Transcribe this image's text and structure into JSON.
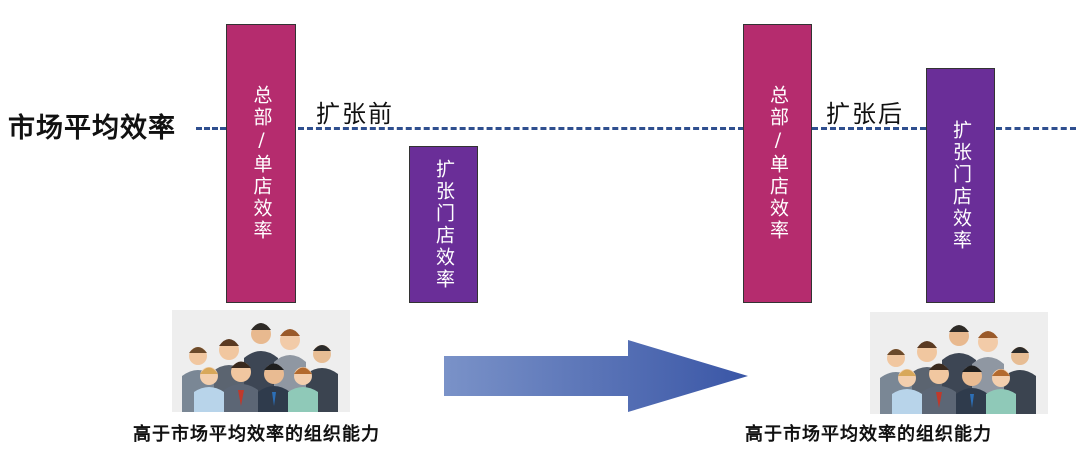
{
  "market_average": {
    "label": "市场平均效率"
  },
  "before": {
    "phase_label": "扩张前",
    "hq_bar_label": "总部/单店效率",
    "store_bar_label": "扩张门店效率"
  },
  "after": {
    "phase_label": "扩张后",
    "hq_bar_label": "总部/单店效率",
    "store_bar_label": "扩张门店效率"
  },
  "org_capability": {
    "caption": "高于市场平均效率的组织能力"
  },
  "colors": {
    "hq_bar": "#b52c6e",
    "store_bar": "#6a2e98",
    "dashed_line": "#2f4f8f",
    "arrow_start": "#7a92c8",
    "arrow_end": "#3a56a6"
  },
  "icons": {
    "people_group": "people-group-icon",
    "progress_arrow": "right-arrow-icon"
  }
}
